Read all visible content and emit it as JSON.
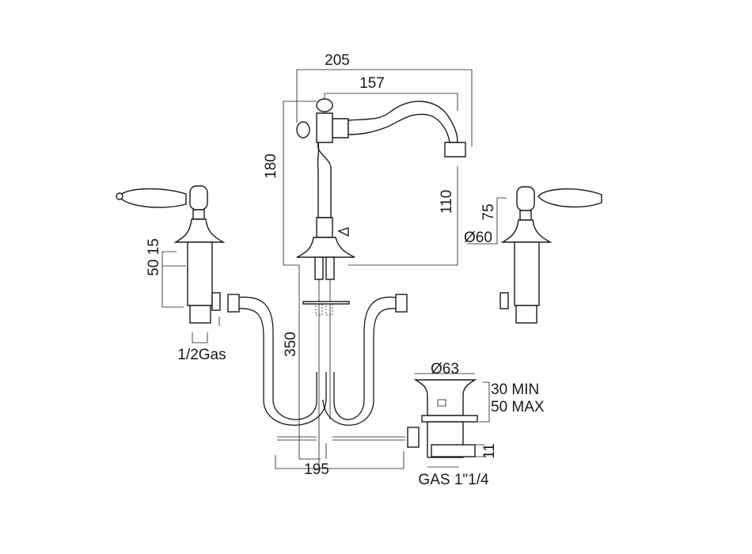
{
  "drawing": {
    "title": "Three-hole basin mixer technical drawing",
    "dimensions": {
      "overall_width": "205",
      "spout_reach": "157",
      "overall_height": "180",
      "spout_height": "110",
      "handle_height": "75",
      "flange_diameter": "Ø60",
      "left_dims": "50 15",
      "inlet_thread": "1/2Gas",
      "hose_length": "350",
      "drain_diameter": "Ø63",
      "drain_min": "30 MIN",
      "drain_max": "50 MAX",
      "drain_offset": "195",
      "drain_thread": "GAS 1\"1/4",
      "drain_small": "11"
    }
  }
}
